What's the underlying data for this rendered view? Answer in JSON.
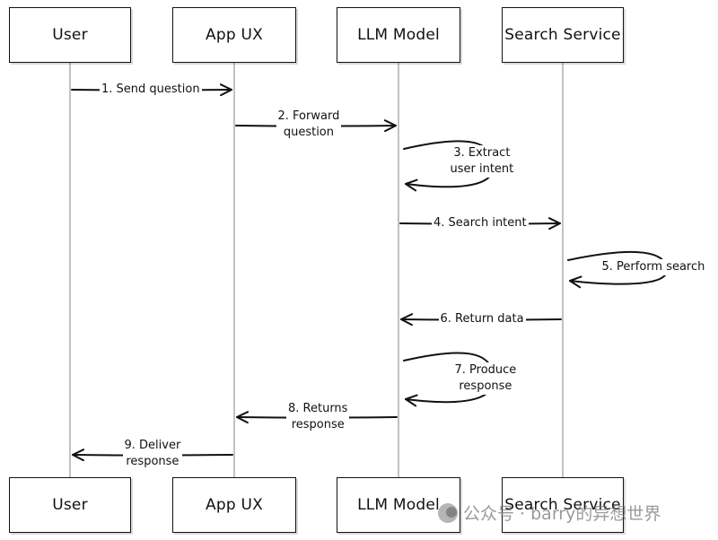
{
  "participants": [
    {
      "id": "user",
      "label": "User"
    },
    {
      "id": "app",
      "label": "App UX"
    },
    {
      "id": "llm",
      "label": "LLM Model"
    },
    {
      "id": "search",
      "label": "Search Service"
    }
  ],
  "messages": [
    {
      "step": 1,
      "from": "user",
      "to": "app",
      "label": "1. Send question"
    },
    {
      "step": 2,
      "from": "app",
      "to": "llm",
      "label": "2. Forward\nquestion"
    },
    {
      "step": 3,
      "from": "llm",
      "to": "llm",
      "label": "3. Extract\nuser intent"
    },
    {
      "step": 4,
      "from": "llm",
      "to": "search",
      "label": "4. Search intent"
    },
    {
      "step": 5,
      "from": "search",
      "to": "search",
      "label": "5. Perform search"
    },
    {
      "step": 6,
      "from": "search",
      "to": "llm",
      "label": "6. Return data"
    },
    {
      "step": 7,
      "from": "llm",
      "to": "llm",
      "label": "7. Produce\nresponse"
    },
    {
      "step": 8,
      "from": "llm",
      "to": "app",
      "label": "8. Returns\nresponse"
    },
    {
      "step": 9,
      "from": "app",
      "to": "user",
      "label": "9. Deliver\nresponse"
    }
  ],
  "watermark": {
    "text": "公众号 · barry的异想世界",
    "icon": "wechat-icon"
  },
  "colors": {
    "ink": "#111111",
    "lifeline": "#9a9a9a",
    "background": "#ffffff"
  }
}
